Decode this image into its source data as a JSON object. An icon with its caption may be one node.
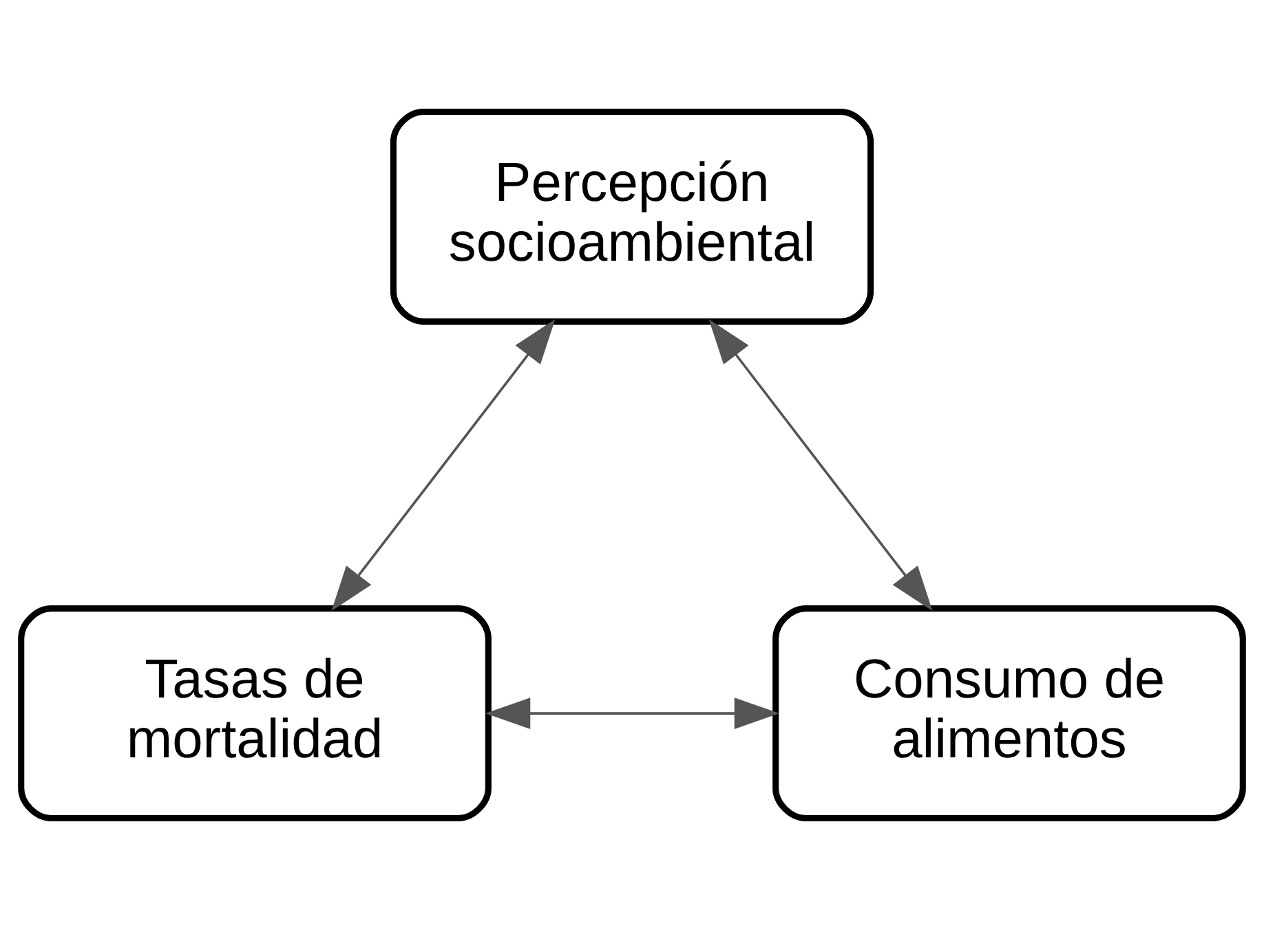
{
  "diagram": {
    "nodes": [
      {
        "text": [
          "Percepción socioambiental"
        ]
      },
      {
        "text": [
          "Tasas de mortalidad"
        ]
      },
      {
        "text": [
          "Consumo de alimentos"
        ]
      }
    ],
    "edges": [
      {
        "from": 0,
        "to": 1,
        "arrow": "both"
      },
      {
        "from": 0,
        "to": 2,
        "arrow": "both"
      },
      {
        "from": 1,
        "to": 2,
        "arrow": "both"
      }
    ]
  }
}
